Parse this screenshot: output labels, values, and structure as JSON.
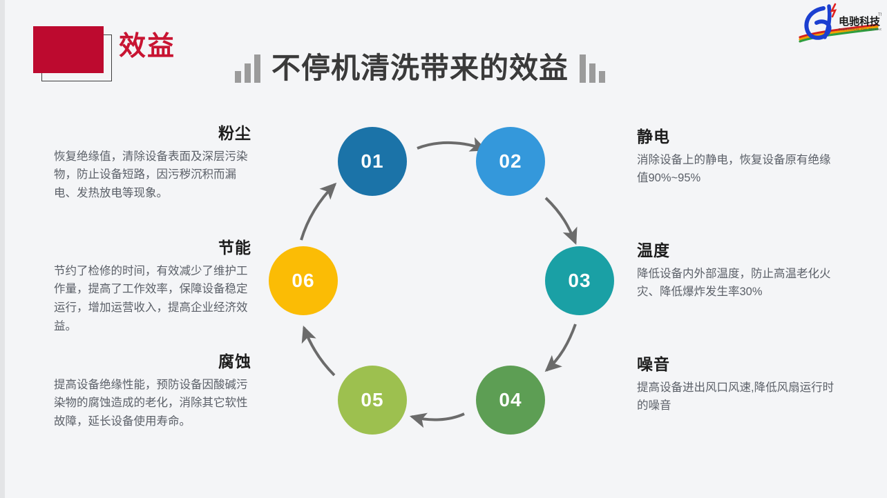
{
  "header": {
    "section_label": "效益",
    "title": "不停机清洗带来的效益",
    "badge_color": "#bd0a2f",
    "label_color": "#c81432",
    "left_bars_icon": "ascending-bar-chart-icon",
    "right_bars_icon": "descending-bar-chart-icon"
  },
  "logo": {
    "brand_cn": "电驰科技",
    "brand_en": "ELECTRICAL CHI TECHNOLOGY",
    "trademark": "TM",
    "mark_color": "#1b3fd0"
  },
  "diagram": {
    "type": "cycle",
    "direction": "clockwise",
    "nodes": [
      {
        "number": "01",
        "color": "#1b73a8",
        "topic": "粉尘",
        "position": "top-left"
      },
      {
        "number": "02",
        "color": "#3498db",
        "topic": "静电",
        "position": "top-right"
      },
      {
        "number": "03",
        "color": "#1aa0a5",
        "topic": "温度",
        "position": "right"
      },
      {
        "number": "04",
        "color": "#5d9e54",
        "topic": "噪音",
        "position": "bottom-right"
      },
      {
        "number": "05",
        "color": "#9dc04f",
        "topic": "腐蚀",
        "position": "bottom-left"
      },
      {
        "number": "06",
        "color": "#fbbc05",
        "topic": "节能",
        "position": "left"
      }
    ],
    "arrow_color": "#6b6b6b"
  },
  "blocks": {
    "left": [
      {
        "heading": "粉尘",
        "body": "恢复绝缘值，清除设备表面及深层污染物，防止设备短路，因污秽沉积而漏电、发热放电等现象。"
      },
      {
        "heading": "节能",
        "body": "节约了检修的时间，有效减少了维护工作量，提高了工作效率，保障设备稳定运行，增加运营收入，提高企业经济效益。"
      },
      {
        "heading": "腐蚀",
        "body": "提高设备绝缘性能，预防设备因酸碱污染物的腐蚀造成的老化，消除其它软性故障，延长设备使用寿命。"
      }
    ],
    "right": [
      {
        "heading": "静电",
        "body": "消除设备上的静电，恢复设备原有绝缘值90%~95%"
      },
      {
        "heading": "温度",
        "body": "降低设备内外部温度，防止高温老化火灾、降低爆炸发生率30%"
      },
      {
        "heading": "噪音",
        "body": "提高设备进出风口风速,降低风扇运行时的噪音"
      }
    ]
  }
}
